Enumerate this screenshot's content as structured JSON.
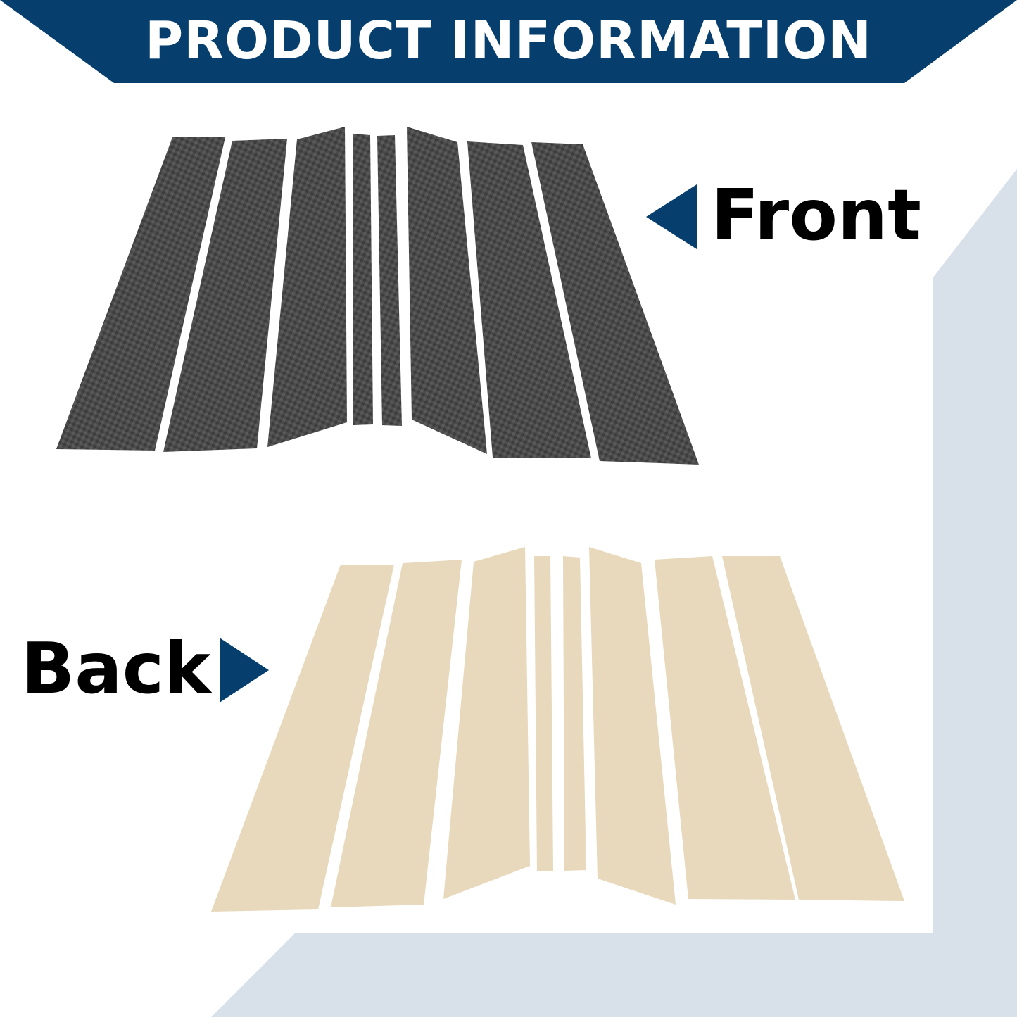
{
  "header": {
    "title": "PRODUCT INFORMATION"
  },
  "labels": {
    "front": "Front",
    "back": "Back"
  },
  "colors": {
    "brand_blue": "#063f6e",
    "accent_light": "#d8e1ea",
    "carbon": "#4a4a4a",
    "backing": "#e8d8bc"
  }
}
